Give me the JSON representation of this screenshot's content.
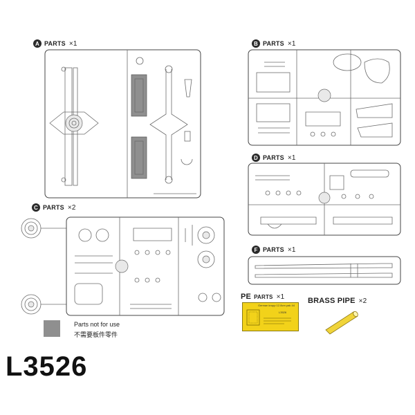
{
  "sprues": {
    "a": {
      "letter": "A",
      "label": "PARTS",
      "count": "×1"
    },
    "b": {
      "letter": "B",
      "label": "PARTS",
      "count": "×1"
    },
    "c": {
      "letter": "C",
      "label": "PARTS",
      "count": "×2"
    },
    "d": {
      "letter": "D",
      "label": "PARTS",
      "count": "×1"
    },
    "f": {
      "letter": "F",
      "label": "PARTS",
      "count": "×1"
    }
  },
  "pe": {
    "prefix": "PE",
    "label": "PARTS",
    "count": "×1",
    "plate_title": "German krupp 12.8cm pak 44",
    "plate_code": "L3526",
    "color": "#f2d21a"
  },
  "brass_pipe": {
    "label": "BRASS PIPE",
    "count": "×2",
    "color": "#f0d43a"
  },
  "legend": {
    "line1": "Parts not for use",
    "line2": "不需要板件零件",
    "swatch_color": "#8f8f8f"
  },
  "model_number": "L3526"
}
